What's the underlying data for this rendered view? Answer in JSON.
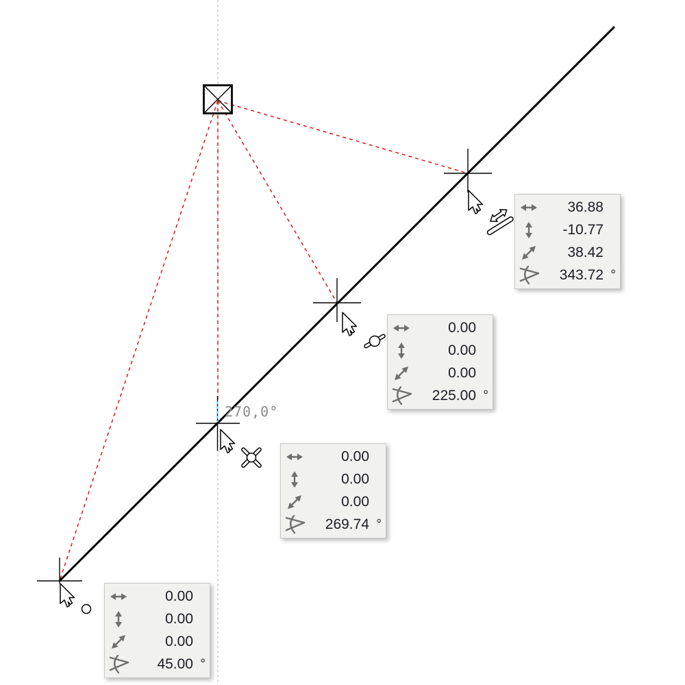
{
  "colors": {
    "accent-red": "#dc1414",
    "snap-cyan": "#62d8ec",
    "guide-gray": "#bdbdbd",
    "line-black": "#000000",
    "panel-bg": "#f1f1ef",
    "panel-border": "#c9c9c9",
    "value-text": "#1c1c26",
    "icon-gray": "#6f6f6f",
    "label-gray": "#8a8a8a"
  },
  "canvas": {
    "angle_readout": "270,0°",
    "markers": [
      "hotspot-box",
      "snap-point-1",
      "snap-point-2",
      "snap-point-3",
      "snap-point-4"
    ],
    "cursor_badges": [
      "stretch-edge-icon",
      "node-on-edge-icon",
      "intersection-node-icon",
      "circle-node-icon"
    ]
  },
  "trackers": [
    {
      "rows": [
        {
          "icon": "horizontal-distance-icon",
          "value": "36.88",
          "unit": ""
        },
        {
          "icon": "vertical-distance-icon",
          "value": "-10.77",
          "unit": ""
        },
        {
          "icon": "diagonal-distance-icon",
          "value": "38.42",
          "unit": ""
        },
        {
          "icon": "angle-icon",
          "value": "343.72",
          "unit": "°"
        }
      ]
    },
    {
      "rows": [
        {
          "icon": "horizontal-distance-icon",
          "value": "0.00",
          "unit": ""
        },
        {
          "icon": "vertical-distance-icon",
          "value": "0.00",
          "unit": ""
        },
        {
          "icon": "diagonal-distance-icon",
          "value": "0.00",
          "unit": ""
        },
        {
          "icon": "angle-icon",
          "value": "225.00",
          "unit": "°"
        }
      ]
    },
    {
      "rows": [
        {
          "icon": "horizontal-distance-icon",
          "value": "0.00",
          "unit": ""
        },
        {
          "icon": "vertical-distance-icon",
          "value": "0.00",
          "unit": ""
        },
        {
          "icon": "diagonal-distance-icon",
          "value": "0.00",
          "unit": ""
        },
        {
          "icon": "angle-icon",
          "value": "269.74",
          "unit": "°"
        }
      ]
    },
    {
      "rows": [
        {
          "icon": "horizontal-distance-icon",
          "value": "0.00",
          "unit": ""
        },
        {
          "icon": "vertical-distance-icon",
          "value": "0.00",
          "unit": ""
        },
        {
          "icon": "diagonal-distance-icon",
          "value": "0.00",
          "unit": ""
        },
        {
          "icon": "angle-icon",
          "value": "45.00",
          "unit": "°"
        }
      ]
    }
  ]
}
